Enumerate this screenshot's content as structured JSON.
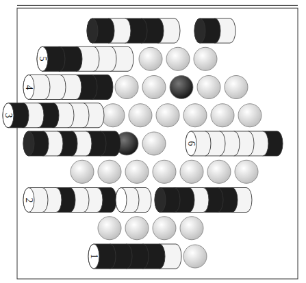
{
  "diagram": {
    "labels": [
      "5",
      "4",
      "3",
      "6",
      "2",
      "1"
    ]
  }
}
